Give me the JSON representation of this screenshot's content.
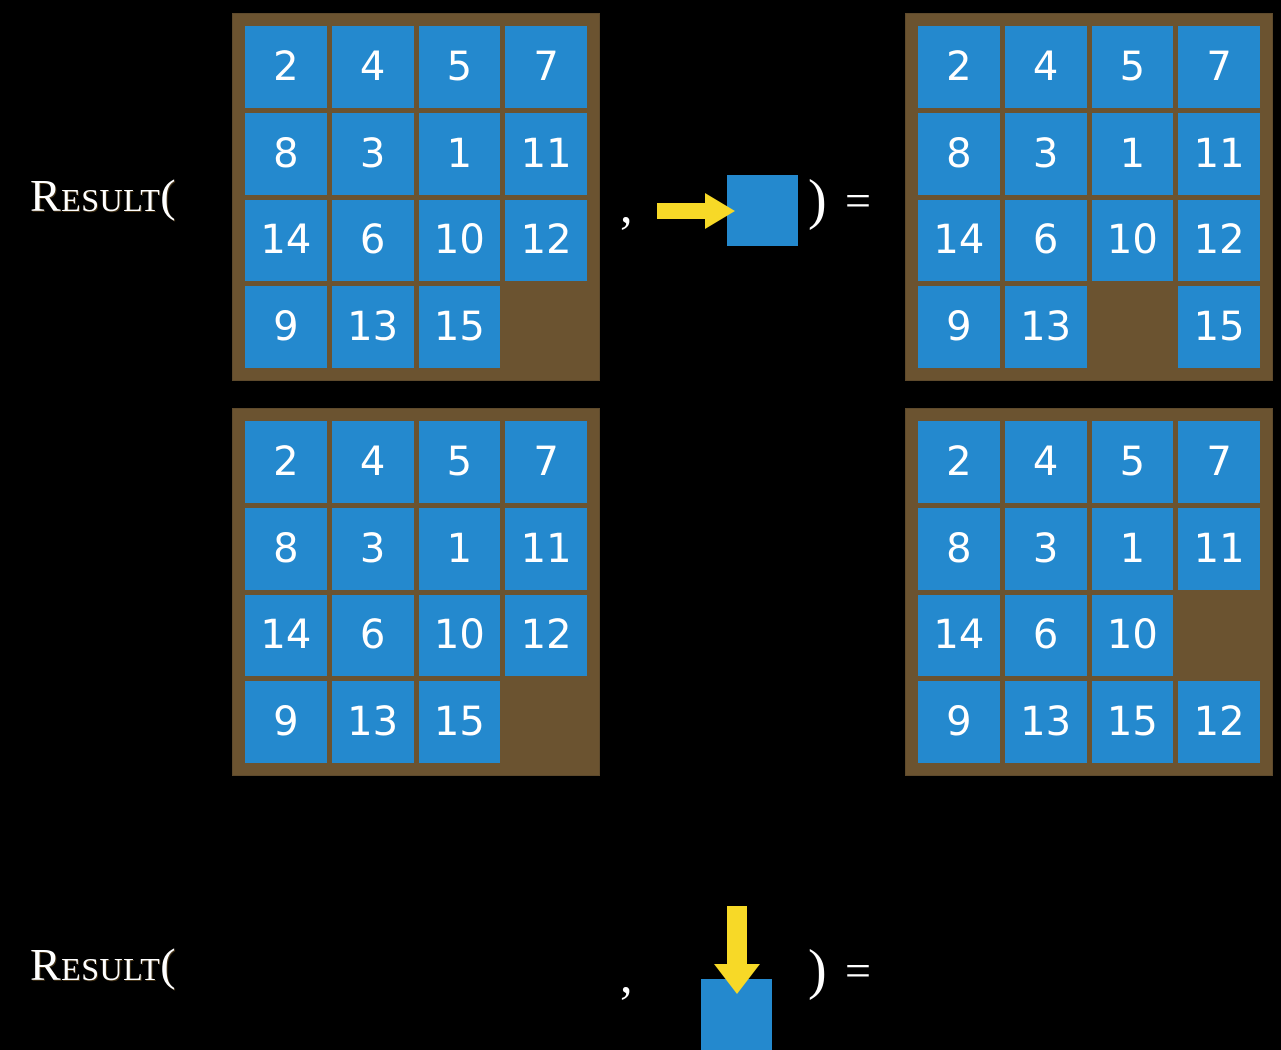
{
  "figure": {
    "background_color": "#000000",
    "tile_color": "#2489ce",
    "frame_color": "#6b5330",
    "arrow_color": "#f7d927",
    "text_color": "#ffffff",
    "grid_size": 4
  },
  "equations": [
    {
      "label": "Result(",
      "comma": ",",
      "close_paren": ")",
      "equals": "=",
      "input_board": {
        "name": "15-puzzle-state-before-right-move",
        "rows": [
          [
            "2",
            "4",
            "5",
            "7"
          ],
          [
            "8",
            "3",
            "1",
            "11"
          ],
          [
            "14",
            "6",
            "10",
            "12"
          ],
          [
            "9",
            "13",
            "15",
            ""
          ]
        ]
      },
      "operand": {
        "name": "move-right-action",
        "arrow_direction": "right",
        "arrow_glyph": "→",
        "tile_label": ""
      },
      "output_board": {
        "name": "15-puzzle-state-after-right-move",
        "rows": [
          [
            "2",
            "4",
            "5",
            "7"
          ],
          [
            "8",
            "3",
            "1",
            "11"
          ],
          [
            "14",
            "6",
            "10",
            "12"
          ],
          [
            "9",
            "13",
            "",
            "15"
          ]
        ]
      }
    },
    {
      "label": "Result(",
      "comma": ",",
      "close_paren": ")",
      "equals": "=",
      "input_board": {
        "name": "15-puzzle-state-before-down-move",
        "rows": [
          [
            "2",
            "4",
            "5",
            "7"
          ],
          [
            "8",
            "3",
            "1",
            "11"
          ],
          [
            "14",
            "6",
            "10",
            "12"
          ],
          [
            "9",
            "13",
            "15",
            ""
          ]
        ]
      },
      "operand": {
        "name": "move-down-action",
        "arrow_direction": "down",
        "arrow_glyph": "↓",
        "tile_label": ""
      },
      "output_board": {
        "name": "15-puzzle-state-after-down-move",
        "rows": [
          [
            "2",
            "4",
            "5",
            "7"
          ],
          [
            "8",
            "3",
            "1",
            "11"
          ],
          [
            "14",
            "6",
            "10",
            ""
          ],
          [
            "9",
            "13",
            "15",
            "12"
          ]
        ]
      }
    }
  ]
}
